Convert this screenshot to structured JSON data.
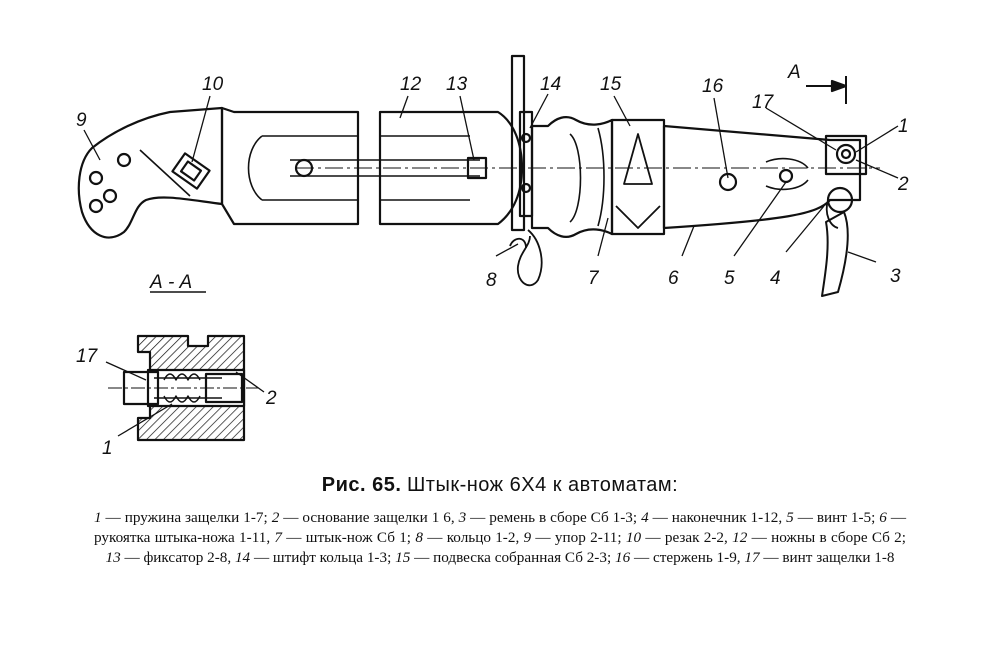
{
  "figure": {
    "labels": {
      "l1": "1",
      "l2": "2",
      "l3": "3",
      "l4": "4",
      "l5": "5",
      "l6": "6",
      "l7": "7",
      "l8": "8",
      "l9": "9",
      "l10": "10",
      "l12": "12",
      "l13": "13",
      "l14": "14",
      "l15": "15",
      "l16": "16",
      "l17": "17",
      "section_marker": "А",
      "section_title": "А - А",
      "sec_l17": "17",
      "sec_l2": "2",
      "sec_l1": "1"
    }
  },
  "caption": {
    "number": "Рис. 65.",
    "title": "Штык-нож 6Х4 к автоматам:"
  },
  "legend": [
    {
      "n": "1",
      "text": " — пружина защелки 1-7; "
    },
    {
      "n": "2",
      "text": " — основание защелки 1 6, "
    },
    {
      "n": "3",
      "text": " — ремень в сборе Сб 1-3; "
    },
    {
      "n": "4",
      "text": " — наконечник 1-12, "
    },
    {
      "n": "5",
      "text": " — винт 1-5; "
    },
    {
      "n": "6",
      "text": " — рукоятка штыка-ножа 1-11, "
    },
    {
      "n": "7",
      "text": " — штык-нож Сб 1; "
    },
    {
      "n": "8",
      "text": " — кольцо 1-2, "
    },
    {
      "n": "9",
      "text": " — упор 2-11; "
    },
    {
      "n": "10",
      "text": " — резак 2-2, "
    },
    {
      "n": "12",
      "text": " — ножны в сборе Сб 2; "
    },
    {
      "n": "13",
      "text": " — фиксатор 2-8, "
    },
    {
      "n": "14",
      "text": " — штифт кольца 1-3; "
    },
    {
      "n": "15",
      "text": " — подвеска собранная Сб 2-3; "
    },
    {
      "n": "16",
      "text": " — стержень 1-9, "
    },
    {
      "n": "17",
      "text": " — винт защелки 1-8"
    }
  ]
}
